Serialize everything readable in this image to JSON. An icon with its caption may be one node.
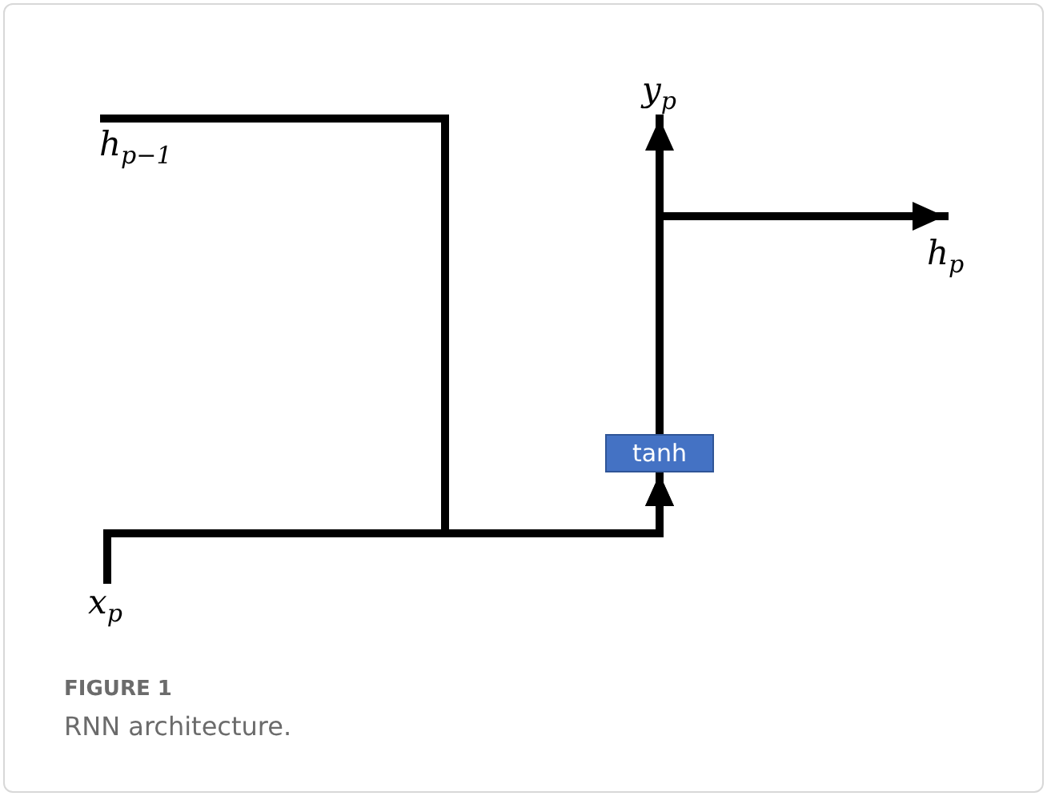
{
  "diagram": {
    "title": "FIGURE 1",
    "caption": "RNN architecture.",
    "nodes": [
      {
        "text": [
          "h$_{p−1}$"
        ]
      },
      {
        "text": [
          "y$_{p}$"
        ]
      },
      {
        "text": [
          "h$_{p}$"
        ]
      },
      {
        "text": [
          "tanh"
        ]
      },
      {
        "text": [
          "x$_{p}$"
        ]
      }
    ],
    "edges": [
      {
        "from": 0,
        "to": 3,
        "arrow": "to"
      },
      {
        "from": 4,
        "to": 3,
        "arrow": "to"
      },
      {
        "from": 3,
        "to": 1,
        "arrow": "to"
      },
      {
        "from": 3,
        "to": 2,
        "arrow": "to"
      }
    ]
  }
}
